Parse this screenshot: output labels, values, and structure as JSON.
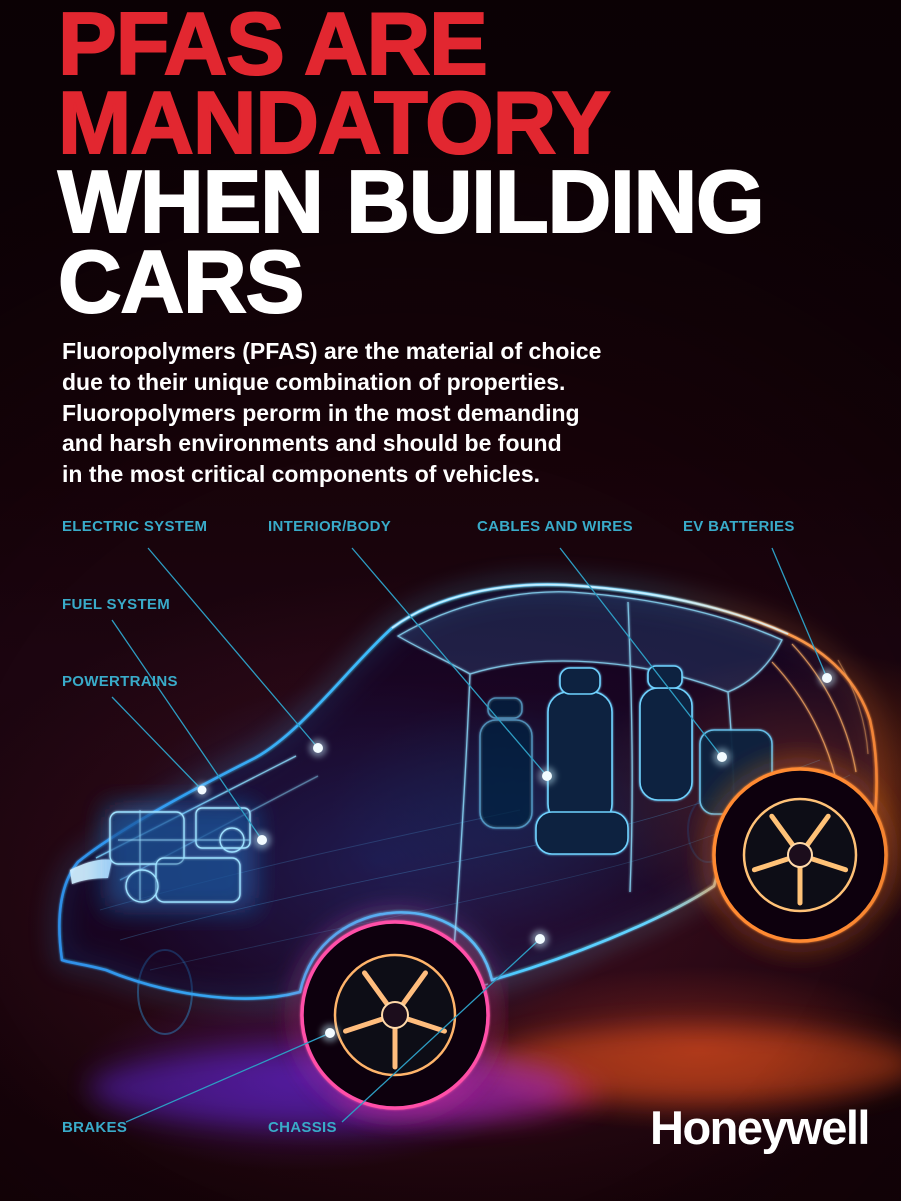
{
  "poster": {
    "headline": {
      "line1": "PFAS ARE",
      "line2": "MANDATORY",
      "line3": "WHEN BUILDING",
      "line4": "CARS"
    },
    "intro": "Fluoropolymers (PFAS) are the material of choice\ndue to their unique combination of properties.\nFluoropolymers perorm in the most demanding\nand harsh environments and should be found\nin the most critical components of vehicles.",
    "labels": [
      {
        "id": "electric-system",
        "text": "ELECTRIC SYSTEM"
      },
      {
        "id": "interior-body",
        "text": "INTERIOR/BODY"
      },
      {
        "id": "cables-and-wires",
        "text": "CABLES AND WIRES"
      },
      {
        "id": "ev-batteries",
        "text": "EV BATTERIES"
      },
      {
        "id": "fuel-system",
        "text": "FUEL SYSTEM"
      },
      {
        "id": "powertrains",
        "text": "POWERTRAINS"
      },
      {
        "id": "brakes",
        "text": "BRAKES"
      },
      {
        "id": "chassis",
        "text": "CHASSIS"
      }
    ],
    "brand": {
      "logo_text": "Honeywell"
    },
    "colors": {
      "headline_red": "#e22730",
      "headline_white": "#ffffff",
      "label_cyan": "#39abc9",
      "background_dark": "#170309",
      "car_neon_blue": "#41c4ff",
      "car_neon_orange": "#ff8b3a"
    },
    "illustration": {
      "name": "car-wireframe-illustration"
    }
  }
}
